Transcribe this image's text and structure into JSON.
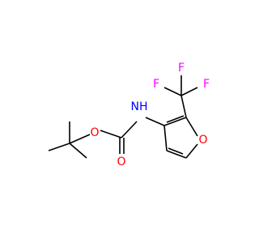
{
  "molecule": {
    "atoms": {
      "nh": {
        "label": "NH",
        "color": "#0000ff"
      },
      "o_ester": {
        "label": "O",
        "color": "#ff0000"
      },
      "o_carbonyl": {
        "label": "O",
        "color": "#ff0000"
      },
      "o_furan": {
        "label": "O",
        "color": "#ff0000"
      },
      "f_top": {
        "label": "F",
        "color": "#ff00ff"
      },
      "f_left": {
        "label": "F",
        "color": "#ff00ff"
      },
      "f_right": {
        "label": "F",
        "color": "#ff00ff"
      }
    }
  }
}
